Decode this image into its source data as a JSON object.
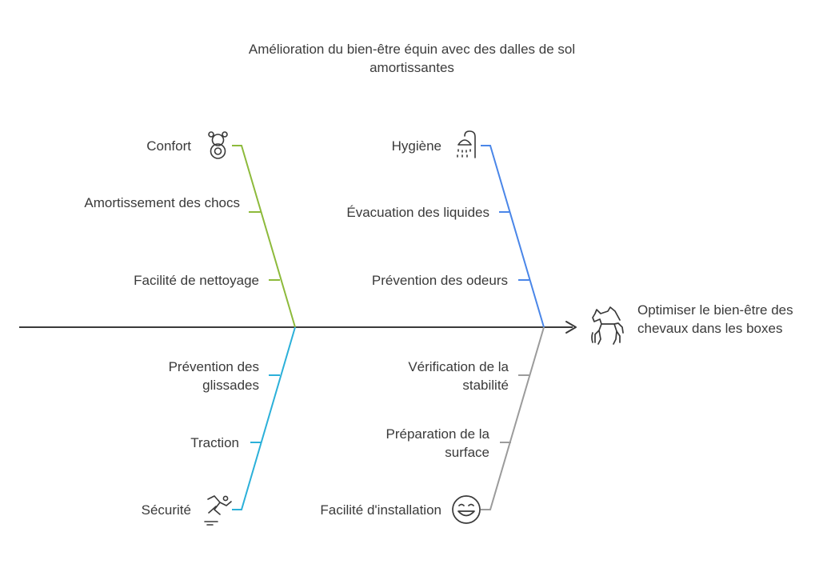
{
  "title": "Amélioration du bien-être équin avec des dalles de sol amortissantes",
  "effect": {
    "label": "Optimiser le bien-être des chevaux dans les boxes",
    "icon": "horse-icon"
  },
  "colors": {
    "spine": "#3a3a3a",
    "confort": "#8dba3b",
    "hygiene": "#4a86e8",
    "securite": "#2bb0d9",
    "installation": "#9b9b9b"
  },
  "branches": [
    {
      "id": "confort",
      "label": "Confort",
      "icon": "teddy-bear-icon",
      "items": [
        "Amortissement des chocs",
        "Facilité de nettoyage"
      ]
    },
    {
      "id": "hygiene",
      "label": "Hygiène",
      "icon": "shower-icon",
      "items": [
        "Évacuation des liquides",
        "Prévention des odeurs"
      ]
    },
    {
      "id": "securite",
      "label": "Sécurité",
      "icon": "slipping-person-icon",
      "items": [
        "Prévention des glissades",
        "Traction"
      ]
    },
    {
      "id": "installation",
      "label": "Facilité d'installation",
      "icon": "smiling-face-icon",
      "items": [
        "Vérification de la stabilité",
        "Préparation de la surface"
      ]
    }
  ]
}
